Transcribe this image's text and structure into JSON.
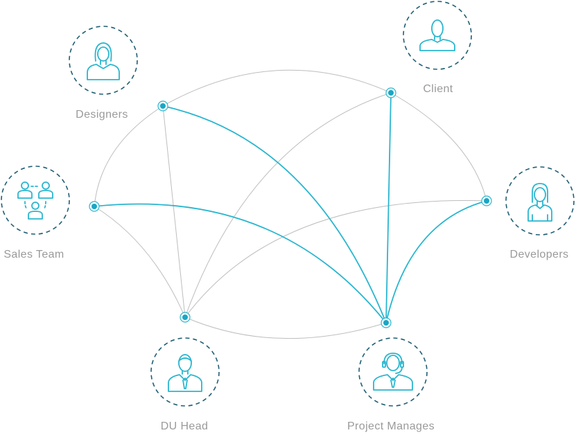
{
  "labels": {
    "designers": "Designers",
    "client": "Client",
    "sales_team": "Sales Team",
    "developers": "Developers",
    "du_head": "DU Head",
    "project_managers": "Project Manages"
  },
  "icons": {
    "designers": "female-user-icon",
    "client": "user-icon",
    "sales_team": "team-icon",
    "developers": "female-user-icon",
    "du_head": "businessman-icon",
    "project_managers": "headset-user-icon"
  },
  "colors": {
    "accent": "#29b6cf",
    "ring": "#1e5e73",
    "gray_link": "#bdbdbd",
    "label": "#9a9a9a"
  }
}
